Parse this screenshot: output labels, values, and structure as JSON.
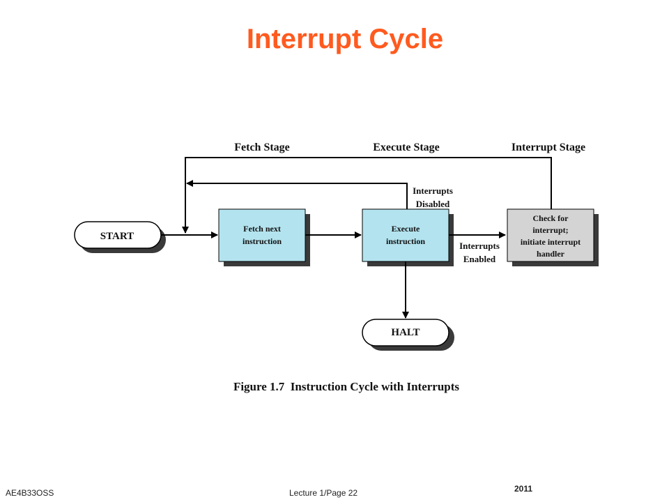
{
  "slide": {
    "title": "Interrupt Cycle"
  },
  "diagram": {
    "stages": {
      "fetch": "Fetch Stage",
      "execute": "Execute Stage",
      "interrupt": "Interrupt Stage"
    },
    "nodes": {
      "start": "START",
      "fetch_line1": "Fetch next",
      "fetch_line2": "instruction",
      "execute_line1": "Execute",
      "execute_line2": "instruction",
      "check_line1": "Check for",
      "check_line2": "interrupt;",
      "check_line3": "initiate interrupt",
      "check_line4": "handler",
      "halt": "HALT"
    },
    "edge_labels": {
      "disabled_line1": "Interrupts",
      "disabled_line2": "Disabled",
      "enabled_line1": "Interrupts",
      "enabled_line2": "Enabled"
    },
    "caption": "Figure 1.7  Instruction Cycle with Interrupts",
    "colors": {
      "process_fill": "#b3e3ee",
      "check_fill": "#d4d4d4",
      "shadow": "#3a3a3a",
      "title": "#ff5a1f"
    }
  },
  "footer": {
    "course": "AE4B33OSS",
    "page": "Lecture  1/Page 22",
    "year": "2011"
  }
}
